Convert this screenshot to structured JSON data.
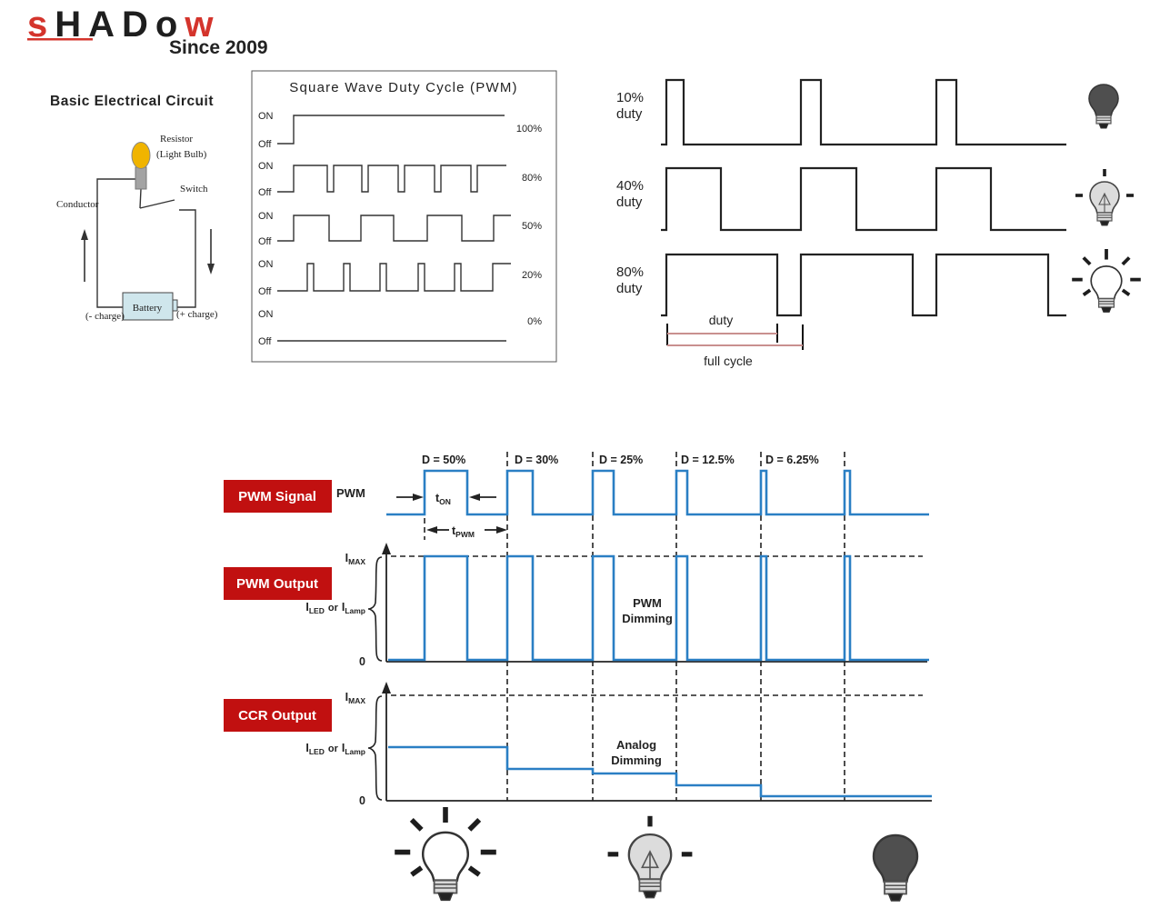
{
  "logo": {
    "s1": "s",
    "s2": "HAD",
    "s3": "o",
    "s4": "w",
    "tagline": "Since 2009"
  },
  "colors": {
    "accent_red": "#c11010",
    "waveform_blue": "#2a7fc4",
    "measure_pink": "#c9908f",
    "bulb_yellow": "#f0b400"
  },
  "circuit": {
    "title": "Basic Electrical Circuit",
    "resistor_label": "Resistor",
    "resistor_sub": "(Light Bulb)",
    "switch_label": "Switch",
    "conductor_label": "Conductor",
    "battery_label": "Battery",
    "neg_label": "(- charge)",
    "pos_label": "(+ charge)"
  },
  "square_wave": {
    "title": "Square Wave Duty Cycle (PWM)",
    "rows": [
      {
        "on": "ON",
        "off": "Off",
        "pct": "100%"
      },
      {
        "on": "ON",
        "off": "Off",
        "pct": "80%"
      },
      {
        "on": "ON",
        "off": "Off",
        "pct": "50%"
      },
      {
        "on": "ON",
        "off": "Off",
        "pct": "20%"
      },
      {
        "on": "ON",
        "off": "Off",
        "pct": "0%"
      }
    ]
  },
  "duty_demo": {
    "rows": [
      {
        "pct": "10%",
        "word": "duty",
        "bulb": "off"
      },
      {
        "pct": "40%",
        "word": "duty",
        "bulb": "dim"
      },
      {
        "pct": "80%",
        "word": "duty",
        "bulb": "bright"
      }
    ],
    "duty_label": "duty",
    "full_cycle_label": "full cycle"
  },
  "pwm_diagram": {
    "signal_box": "PWM Signal",
    "output_box": "PWM Output",
    "ccr_box": "CCR Output",
    "pwm_axis": "PWM",
    "duty_labels": [
      "D = 50%",
      "D = 30%",
      "D = 25%",
      "D = 12.5%",
      "D = 6.25%"
    ],
    "t_sym": "t",
    "t_on_sub": "ON",
    "t_pwm_sub": "PWM",
    "i_sym": "I",
    "i_max_sub": "MAX",
    "i_led_sub": "LED",
    "or_word": "or",
    "i_lamp_sub": "Lamp",
    "zero": "0",
    "pwm_dimming_1": "PWM",
    "pwm_dimming_2": "Dimming",
    "analog_dimming_1": "Analog",
    "analog_dimming_2": "Dimming"
  },
  "waveform_data": {
    "square_wave_box_duty_pcts": [
      100,
      80,
      50,
      20,
      0
    ],
    "right_demo_duty_pcts": [
      10,
      40,
      80
    ],
    "pwm_sequence_duty_pcts": [
      50,
      30,
      25,
      12.5,
      6.25
    ],
    "ccr_levels_pct_of_imax": [
      50,
      30,
      25,
      12.5,
      6.25
    ]
  }
}
